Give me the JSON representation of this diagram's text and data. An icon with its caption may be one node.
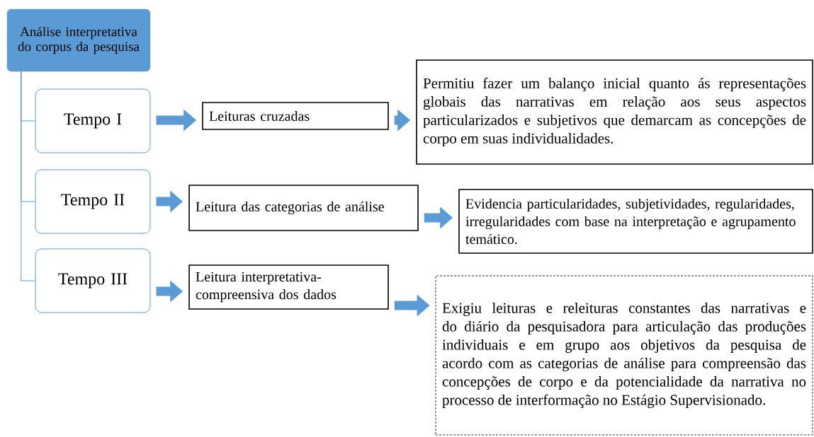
{
  "diagram": {
    "nodes": [
      {
        "text": [
          "Análise interpretativa do corpus da pesquisa"
        ]
      },
      {
        "text": [
          "Tempo I"
        ]
      },
      {
        "text": [
          "Tempo II"
        ]
      },
      {
        "text": [
          "Tempo III"
        ]
      },
      {
        "text": [
          "Leituras cruzadas"
        ]
      },
      {
        "text": [
          "Leitura das categorias de análise"
        ]
      },
      {
        "text": [
          "Leitura interpretativa-compreensiva dos dados"
        ]
      },
      {
        "text": [
          "Permitiu fazer um balanço inicial quanto ás representações globais das narrativas em relação aos seus aspectos particularizados e subjetivos que demarcam as concepções de corpo em suas individualidades."
        ]
      },
      {
        "text": [
          "Evidencia particularidades, subjetividades, regularidades, irregularidades com base na interpretação  e agrupamento temático."
        ]
      },
      {
        "text": [
          "Exigiu leituras e releituras constantes das narrativas e do diário da pesquisadora para articulação das produções individuais e em grupo aos objetivos da pesquisa de acordo com as categorias de análise para compreensão das concepções de corpo e da potencialidade da narrativa no processo de interformação no Estágio Supervisionado."
        ]
      }
    ],
    "edges": [
      {
        "from": 0,
        "to": 1,
        "arrow": "none"
      },
      {
        "from": 0,
        "to": 2,
        "arrow": "none"
      },
      {
        "from": 0,
        "to": 3,
        "arrow": "none"
      },
      {
        "from": 1,
        "to": 4,
        "arrow": "to"
      },
      {
        "from": 4,
        "to": 7,
        "arrow": "to"
      },
      {
        "from": 2,
        "to": 5,
        "arrow": "to"
      },
      {
        "from": 5,
        "to": 8,
        "arrow": "to"
      },
      {
        "from": 3,
        "to": 6,
        "arrow": "to"
      },
      {
        "from": 6,
        "to": 9,
        "arrow": "to"
      }
    ]
  }
}
